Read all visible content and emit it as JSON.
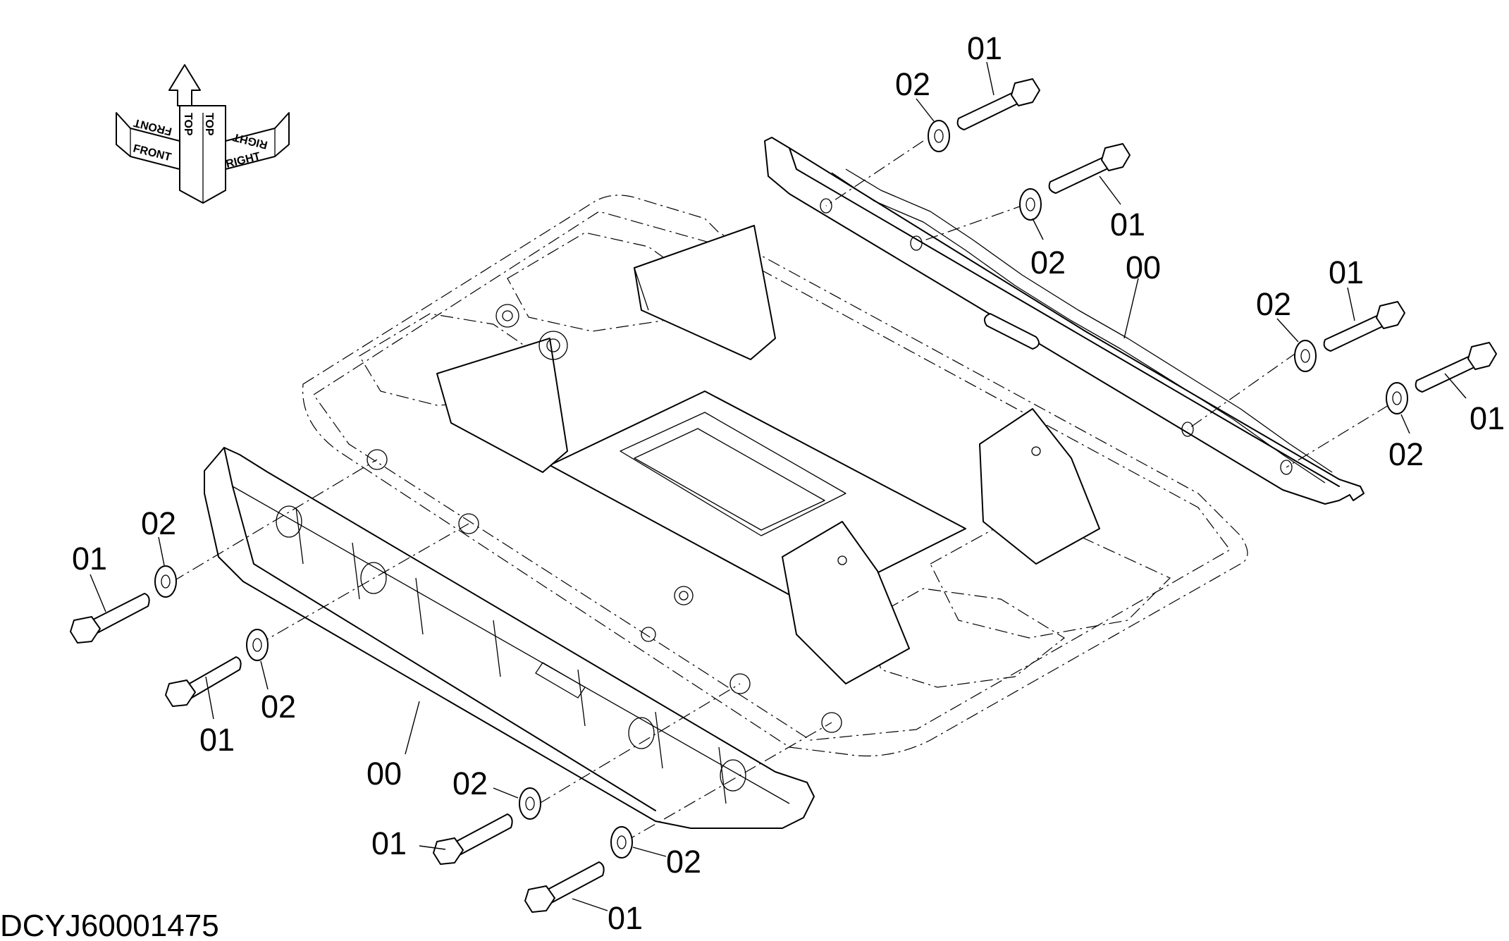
{
  "drawing_code": "DCYJ60001475",
  "orientation": {
    "front": "FRONT",
    "top": "TOP",
    "right": "RIGHT"
  },
  "callouts": [
    {
      "label": "01"
    },
    {
      "label": "02"
    },
    {
      "label": "01"
    },
    {
      "label": "02"
    },
    {
      "label": "00"
    },
    {
      "label": "01"
    },
    {
      "label": "02"
    },
    {
      "label": "01"
    },
    {
      "label": "02"
    },
    {
      "label": "02"
    },
    {
      "label": "01"
    },
    {
      "label": "02"
    },
    {
      "label": "01"
    },
    {
      "label": "00"
    },
    {
      "label": "02"
    },
    {
      "label": "01"
    },
    {
      "label": "02"
    },
    {
      "label": "01"
    }
  ]
}
